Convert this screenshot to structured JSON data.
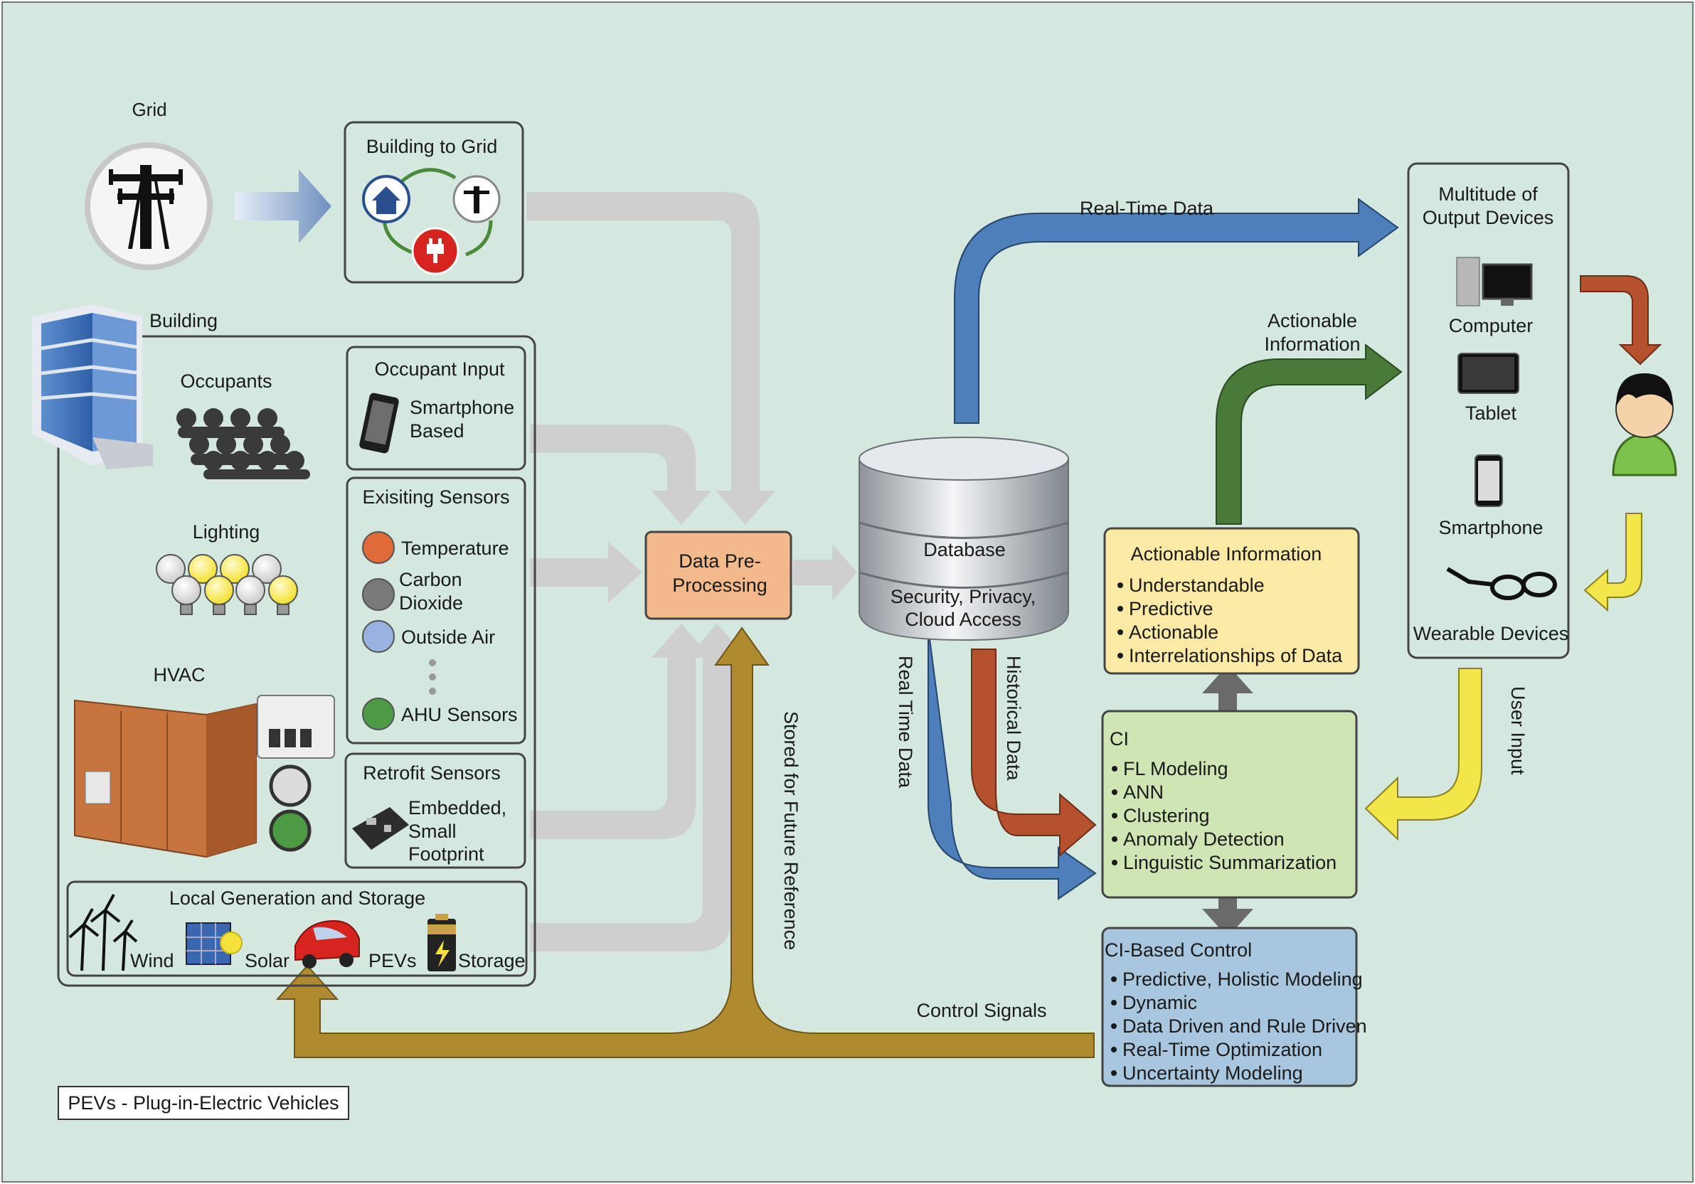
{
  "colors": {
    "background": "#d4e8df",
    "gray_arrow": "#cfcfcf",
    "blue_arrow": "#4f7fba",
    "green_arrow": "#4a7a3a",
    "brown_arrow": "#b5512f",
    "gold_arrow": "#b08a2e",
    "yellow_arrow": "#f2e64a",
    "dark_arrow": "#6a6a6a",
    "preproc_fill": "#f2b98a",
    "actionable_fill": "#fbe9a6",
    "ci_fill": "#cfe5b4",
    "control_fill": "#a9c6df"
  },
  "grid": {
    "label": "Grid",
    "icon": "transmission-tower-icon"
  },
  "b2g": {
    "title": "Building to Grid",
    "icons": [
      "house-icon",
      "tower-icon",
      "plug-icon"
    ]
  },
  "building": {
    "label": "Building",
    "icon": "office-building-icon"
  },
  "occupants": {
    "label": "Occupants",
    "icon": "people-group-icon"
  },
  "lighting": {
    "label": "Lighting",
    "icon": "light-bulbs-icon"
  },
  "hvac": {
    "label": "HVAC",
    "icon": "hvac-unit-icon"
  },
  "occupant_input": {
    "title": "Occupant Input",
    "line1": "Smartphone",
    "line2": "Based",
    "icon": "smartphone-icon"
  },
  "existing_sensors": {
    "title": "Exisiting Sensors",
    "items": [
      "Temperature",
      "Carbon",
      "Dioxide",
      "Outside Air",
      "AHU Sensors"
    ]
  },
  "retrofit": {
    "title": "Retrofit Sensors",
    "line1": "Embedded,",
    "line2": "Small",
    "line3": "Footprint",
    "icon": "circuit-board-icon"
  },
  "local_gen": {
    "title": "Local Generation and Storage",
    "items": [
      "Wind",
      "Solar",
      "PEVs",
      "Storage"
    ]
  },
  "preprocessing": {
    "line1": "Data Pre-",
    "line2": "Processing"
  },
  "database": {
    "title": "Database",
    "line1": "Security, Privacy,",
    "line2": "Cloud Access",
    "icon": "database-cylinder-icon"
  },
  "labels": {
    "real_time_data_top": "Real-Time Data",
    "actionable_line1": "Actionable",
    "actionable_line2": "Information",
    "real_time_data_vertical": "Real Time Data",
    "historical_data": "Historical Data",
    "stored_for_future": "Stored for Future Reference",
    "control_signals": "Control Signals",
    "user_input": "User Input"
  },
  "output_devices": {
    "title1": "Multitude of",
    "title2": "Output Devices",
    "items": [
      "Computer",
      "Tablet",
      "Smartphone",
      "Wearable Devices"
    ]
  },
  "actionable_info": {
    "title": "Actionable Information",
    "bullets": [
      "Understandable",
      "Predictive",
      "Actionable",
      "Interrelationships of Data"
    ]
  },
  "ci": {
    "title": "CI",
    "bullets": [
      "FL Modeling",
      "ANN",
      "Clustering",
      "Anomaly Detection",
      "Linguistic Summarization"
    ]
  },
  "ci_control": {
    "title": "CI-Based Control",
    "bullets": [
      "Predictive, Holistic Modeling",
      "Dynamic",
      "Data Driven and Rule Driven",
      "Real-Time Optimization",
      "Uncertainty Modeling"
    ]
  },
  "user": {
    "icon": "user-avatar-icon"
  },
  "footnote": "PEVs - Plug-in-Electric Vehicles"
}
